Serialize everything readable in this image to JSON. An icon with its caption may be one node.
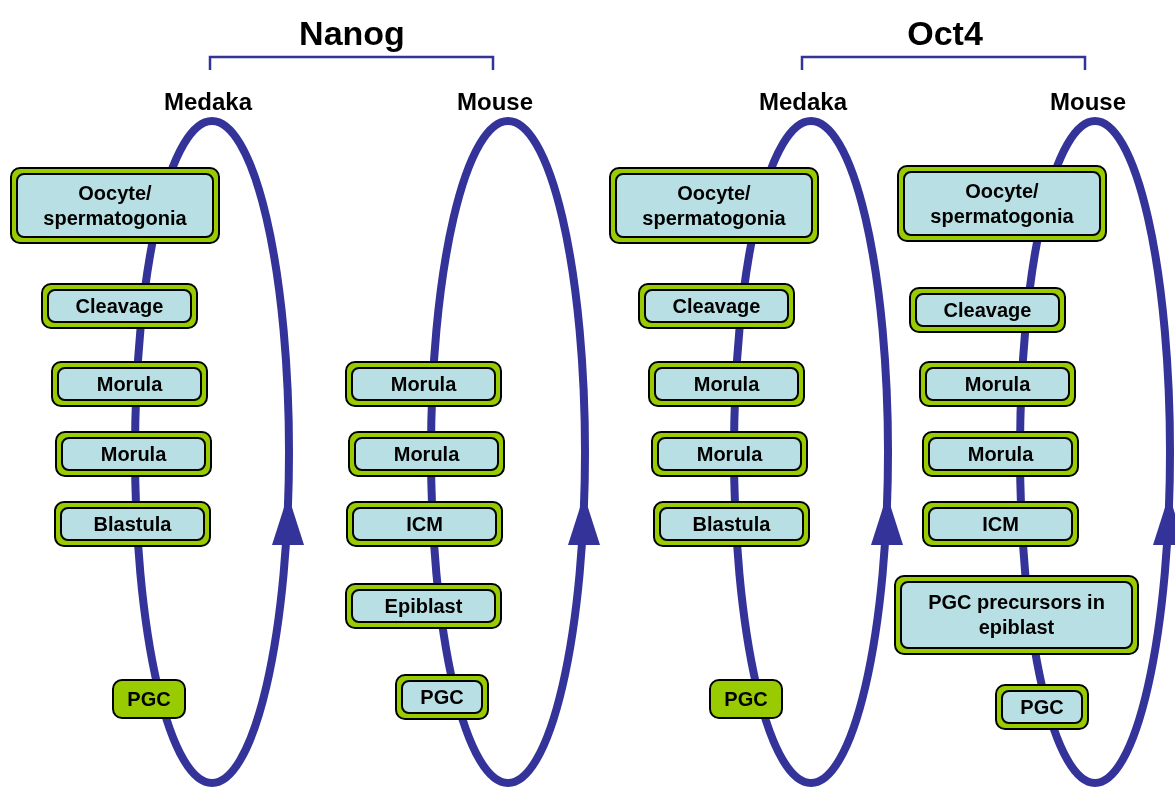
{
  "diagram": {
    "nodes": [
      {
        "text": [
          "Oocyte/ spermatogonia"
        ]
      },
      {
        "text": [
          "Cleavage"
        ]
      },
      {
        "text": [
          "Morula"
        ]
      },
      {
        "text": [
          "Morula"
        ]
      },
      {
        "text": [
          "Blastula"
        ]
      },
      {
        "text": [
          "PGC"
        ]
      },
      {
        "text": [
          "Morula"
        ]
      },
      {
        "text": [
          "Morula"
        ]
      },
      {
        "text": [
          "ICM"
        ]
      },
      {
        "text": [
          "Epiblast"
        ]
      },
      {
        "text": [
          "PGC"
        ]
      },
      {
        "text": [
          "Oocyte/ spermatogonia"
        ]
      },
      {
        "text": [
          "Cleavage"
        ]
      },
      {
        "text": [
          "Morula"
        ]
      },
      {
        "text": [
          "Morula"
        ]
      },
      {
        "text": [
          "Blastula"
        ]
      },
      {
        "text": [
          "PGC"
        ]
      },
      {
        "text": [
          "Oocyte/ spermatogonia"
        ]
      },
      {
        "text": [
          "Cleavage"
        ]
      },
      {
        "text": [
          "Morula"
        ]
      },
      {
        "text": [
          "Morula"
        ]
      },
      {
        "text": [
          "ICM"
        ]
      },
      {
        "text": [
          "PGC precursors in epiblast"
        ]
      },
      {
        "text": [
          "PGC"
        ]
      }
    ],
    "labels": [
      "Nanog",
      "Oct4",
      "Medaka",
      "Mouse",
      "Medaka",
      "Mouse"
    ]
  }
}
